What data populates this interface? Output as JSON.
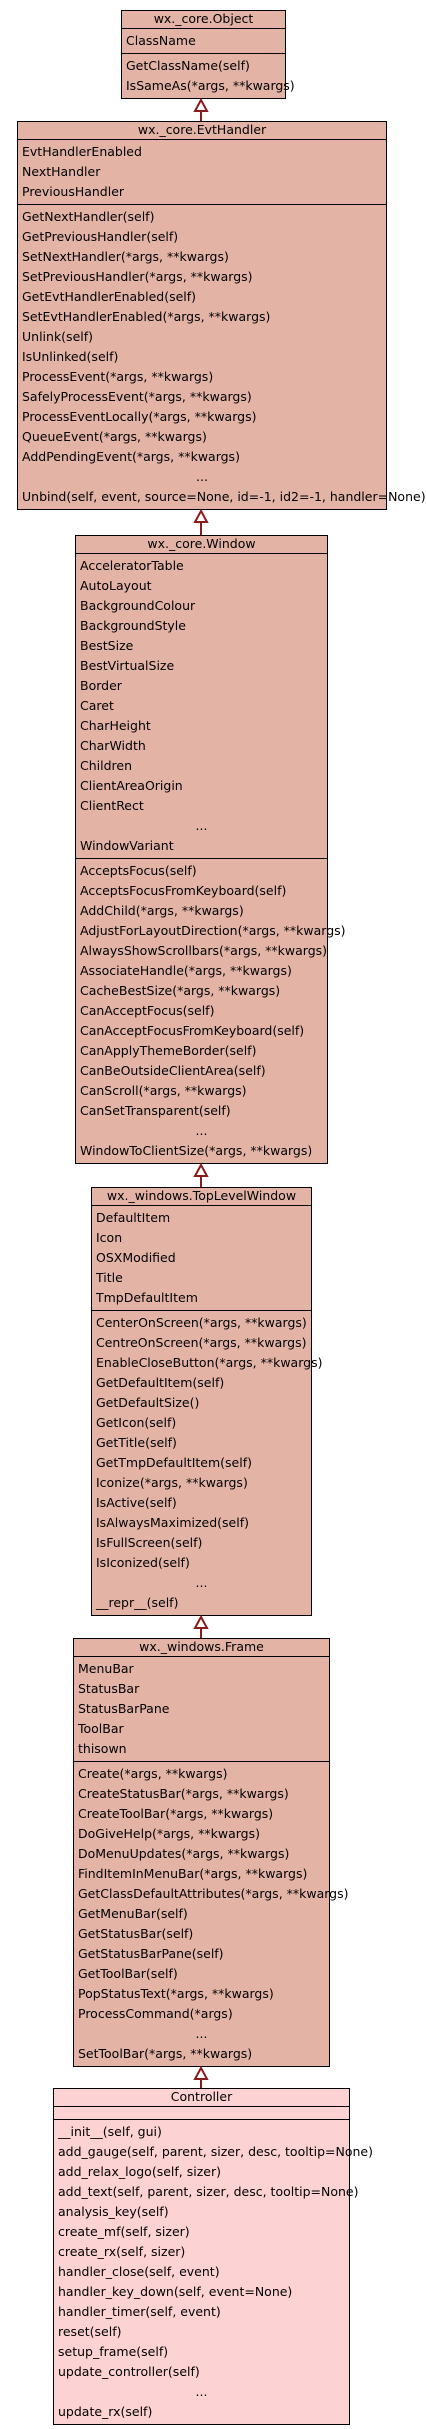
{
  "classes": {
    "object": {
      "name": "wx._core.Object",
      "attributes": [
        "ClassName"
      ],
      "methods": [
        "GetClassName(self)",
        "IsSameAs(*args, **kwargs)"
      ]
    },
    "evthandler": {
      "name": "wx._core.EvtHandler",
      "attributes": [
        "EvtHandlerEnabled",
        "NextHandler",
        "PreviousHandler"
      ],
      "methods": [
        "GetNextHandler(self)",
        "GetPreviousHandler(self)",
        "SetNextHandler(*args, **kwargs)",
        "SetPreviousHandler(*args, **kwargs)",
        "GetEvtHandlerEnabled(self)",
        "SetEvtHandlerEnabled(*args, **kwargs)",
        "Unlink(self)",
        "IsUnlinked(self)",
        "ProcessEvent(*args, **kwargs)",
        "SafelyProcessEvent(*args, **kwargs)",
        "ProcessEventLocally(*args, **kwargs)",
        "QueueEvent(*args, **kwargs)",
        "AddPendingEvent(*args, **kwargs)",
        "...",
        "Unbind(self, event, source=None, id=-1, id2=-1, handler=None)"
      ]
    },
    "window": {
      "name": "wx._core.Window",
      "attributes": [
        "AcceleratorTable",
        "AutoLayout",
        "BackgroundColour",
        "BackgroundStyle",
        "BestSize",
        "BestVirtualSize",
        "Border",
        "Caret",
        "CharHeight",
        "CharWidth",
        "Children",
        "ClientAreaOrigin",
        "ClientRect",
        "...",
        "WindowVariant"
      ],
      "methods": [
        "AcceptsFocus(self)",
        "AcceptsFocusFromKeyboard(self)",
        "AddChild(*args, **kwargs)",
        "AdjustForLayoutDirection(*args, **kwargs)",
        "AlwaysShowScrollbars(*args, **kwargs)",
        "AssociateHandle(*args, **kwargs)",
        "CacheBestSize(*args, **kwargs)",
        "CanAcceptFocus(self)",
        "CanAcceptFocusFromKeyboard(self)",
        "CanApplyThemeBorder(self)",
        "CanBeOutsideClientArea(self)",
        "CanScroll(*args, **kwargs)",
        "CanSetTransparent(self)",
        "...",
        "WindowToClientSize(*args, **kwargs)"
      ]
    },
    "toplevel": {
      "name": "wx._windows.TopLevelWindow",
      "attributes": [
        "DefaultItem",
        "Icon",
        "OSXModified",
        "Title",
        "TmpDefaultItem"
      ],
      "methods": [
        "CenterOnScreen(*args, **kwargs)",
        "CentreOnScreen(*args, **kwargs)",
        "EnableCloseButton(*args, **kwargs)",
        "GetDefaultItem(self)",
        "GetDefaultSize()",
        "GetIcon(self)",
        "GetTitle(self)",
        "GetTmpDefaultItem(self)",
        "Iconize(*args, **kwargs)",
        "IsActive(self)",
        "IsAlwaysMaximized(self)",
        "IsFullScreen(self)",
        "IsIconized(self)",
        "...",
        "__repr__(self)"
      ]
    },
    "frame": {
      "name": "wx._windows.Frame",
      "attributes": [
        "MenuBar",
        "StatusBar",
        "StatusBarPane",
        "ToolBar",
        "thisown"
      ],
      "methods": [
        "Create(*args, **kwargs)",
        "CreateStatusBar(*args, **kwargs)",
        "CreateToolBar(*args, **kwargs)",
        "DoGiveHelp(*args, **kwargs)",
        "DoMenuUpdates(*args, **kwargs)",
        "FindItemInMenuBar(*args, **kwargs)",
        "GetClassDefaultAttributes(*args, **kwargs)",
        "GetMenuBar(self)",
        "GetStatusBar(self)",
        "GetStatusBarPane(self)",
        "GetToolBar(self)",
        "PopStatusText(*args, **kwargs)",
        "ProcessCommand(*args)",
        "...",
        "SetToolBar(*args, **kwargs)"
      ]
    },
    "controller": {
      "name": "Controller",
      "attributes": [],
      "methods": [
        "__init__(self, gui)",
        "add_gauge(self, parent, sizer, desc, tooltip=None)",
        "add_relax_logo(self, sizer)",
        "add_text(self, parent, sizer, desc, tooltip=None)",
        "analysis_key(self)",
        "create_mf(self, sizer)",
        "create_rx(self, sizer)",
        "handler_close(self, event)",
        "handler_key_down(self, event=None)",
        "handler_timer(self, event)",
        "reset(self)",
        "setup_frame(self)",
        "update_controller(self)",
        "...",
        "update_rx(self)"
      ]
    }
  },
  "colors": {
    "class_fill": "#e3b4a6",
    "highlight_fill": "#fcd2d2",
    "edge_color": "#8b1a1a"
  }
}
